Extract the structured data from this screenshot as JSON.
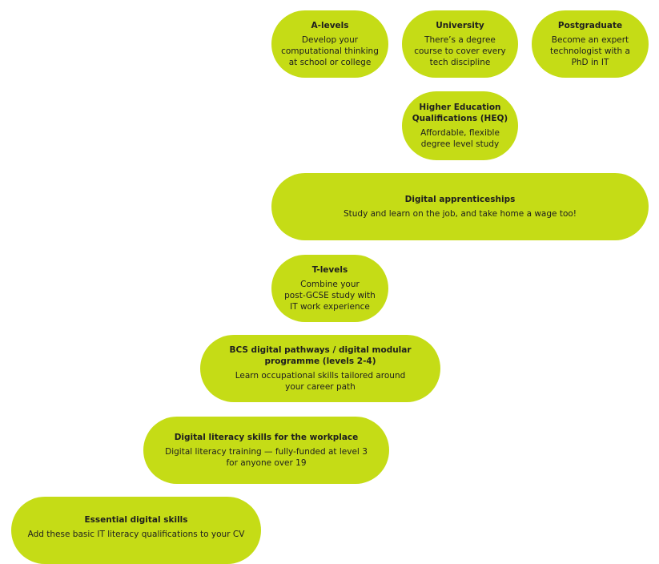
{
  "pathways": {
    "alevels": {
      "title": "A-levels",
      "desc": "Develop your\ncomputational thinking\nat school or college"
    },
    "university": {
      "title": "University",
      "desc": "There’s a degree\ncourse to cover every\ntech discipline"
    },
    "postgraduate": {
      "title": "Postgraduate",
      "desc": "Become an expert\ntechnologist with a\nPhD in IT"
    },
    "heq": {
      "title": "Higher Education\nQualifications (HEQ)",
      "desc": "Affordable, flexible\ndegree level study"
    },
    "apprenticeships": {
      "title": "Digital apprenticeships",
      "desc": "Study and learn on the job, and take home a wage too!"
    },
    "tlevels": {
      "title": "T-levels",
      "desc": "Combine your\npost-GCSE study with\nIT work experience"
    },
    "bcs": {
      "title": "BCS digital pathways / digital modular\nprogramme (levels 2-4)",
      "desc": "Learn occupational skills tailored around\nyour career path"
    },
    "literacy": {
      "title": "Digital literacy skills for the workplace",
      "desc": "Digital literacy training — fully-funded at level 3\nfor anyone over 19"
    },
    "essential": {
      "title": "Essential digital skills",
      "desc": "Add these basic IT literacy qualifications to your CV"
    }
  }
}
